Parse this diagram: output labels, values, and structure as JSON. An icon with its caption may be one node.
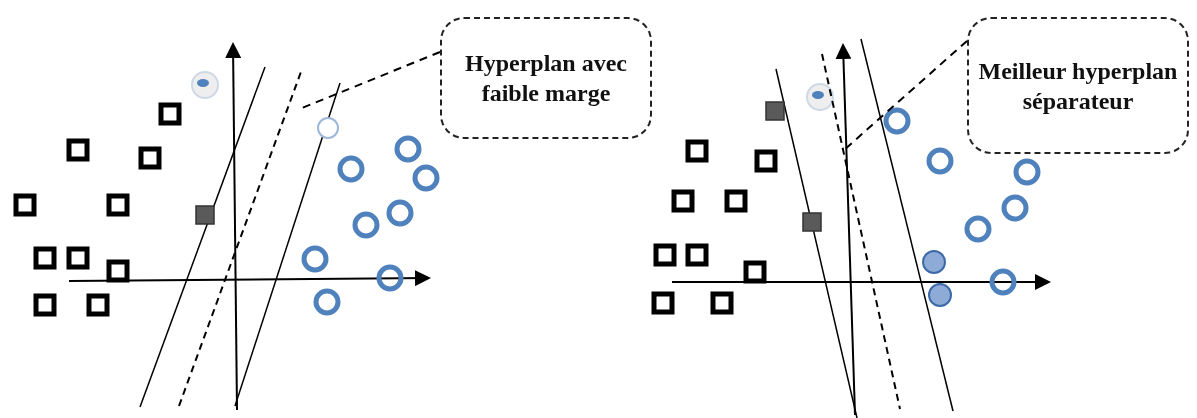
{
  "diagram": {
    "nodes": [
      {
        "text": [
          "Hyperplan avec faible marge"
        ]
      },
      {
        "text": [],
        "shape": "line"
      },
      {
        "text": [
          "Meilleur hyperplan séparateur"
        ]
      },
      {
        "text": [],
        "shape": "line"
      }
    ],
    "edges": [
      {
        "from": 0,
        "to": 1,
        "arrow": "none",
        "style": "dashed"
      },
      {
        "from": 2,
        "to": 3,
        "arrow": "none",
        "style": "dashed"
      }
    ]
  }
}
